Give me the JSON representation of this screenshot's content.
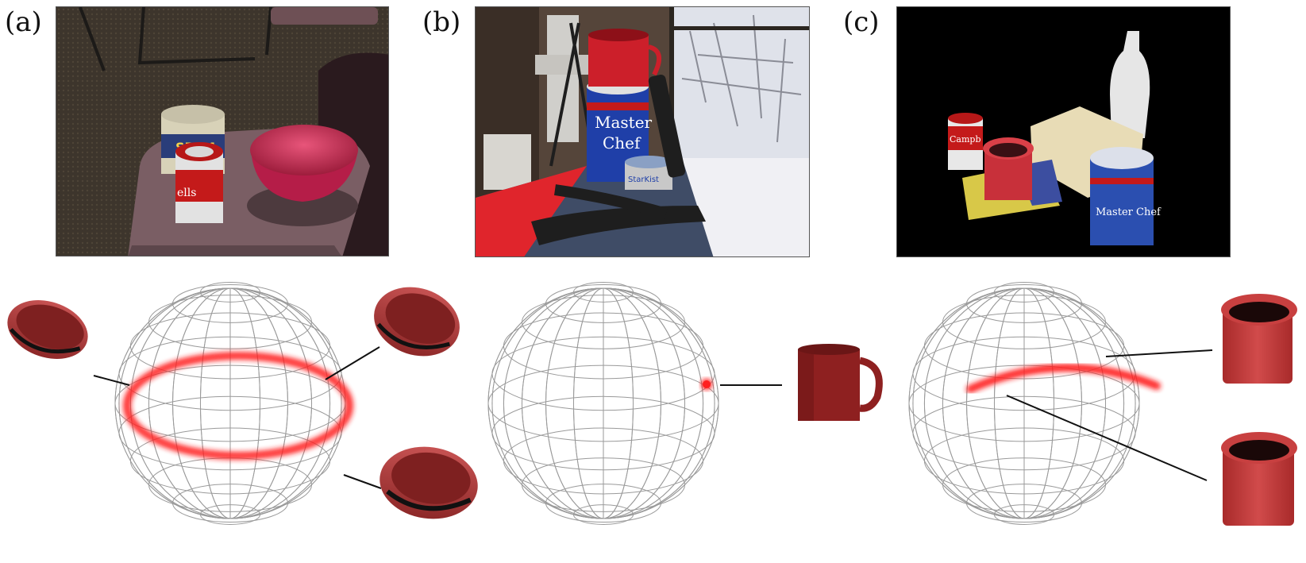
{
  "figure": {
    "panels": [
      {
        "id": "a",
        "label": "(a)",
        "object": "bowl",
        "pose_set": "ring"
      },
      {
        "id": "b",
        "label": "(b)",
        "object": "mug",
        "pose_set": "point"
      },
      {
        "id": "c",
        "label": "(c)",
        "object": "cup",
        "pose_set": "arc"
      }
    ],
    "photo_text": {
      "can_spam": "SPAM",
      "can_soup": "ells",
      "coffee_brand_1": "Master",
      "coffee_brand_2": "Chef",
      "tuna_brand": "StarKist",
      "soup_c": "Campb",
      "coffee_c": "Master Chef"
    },
    "colors": {
      "highlight": "#ff1a1a",
      "object_red": "#b83a3a",
      "wireframe": "#9a9a9a"
    }
  }
}
